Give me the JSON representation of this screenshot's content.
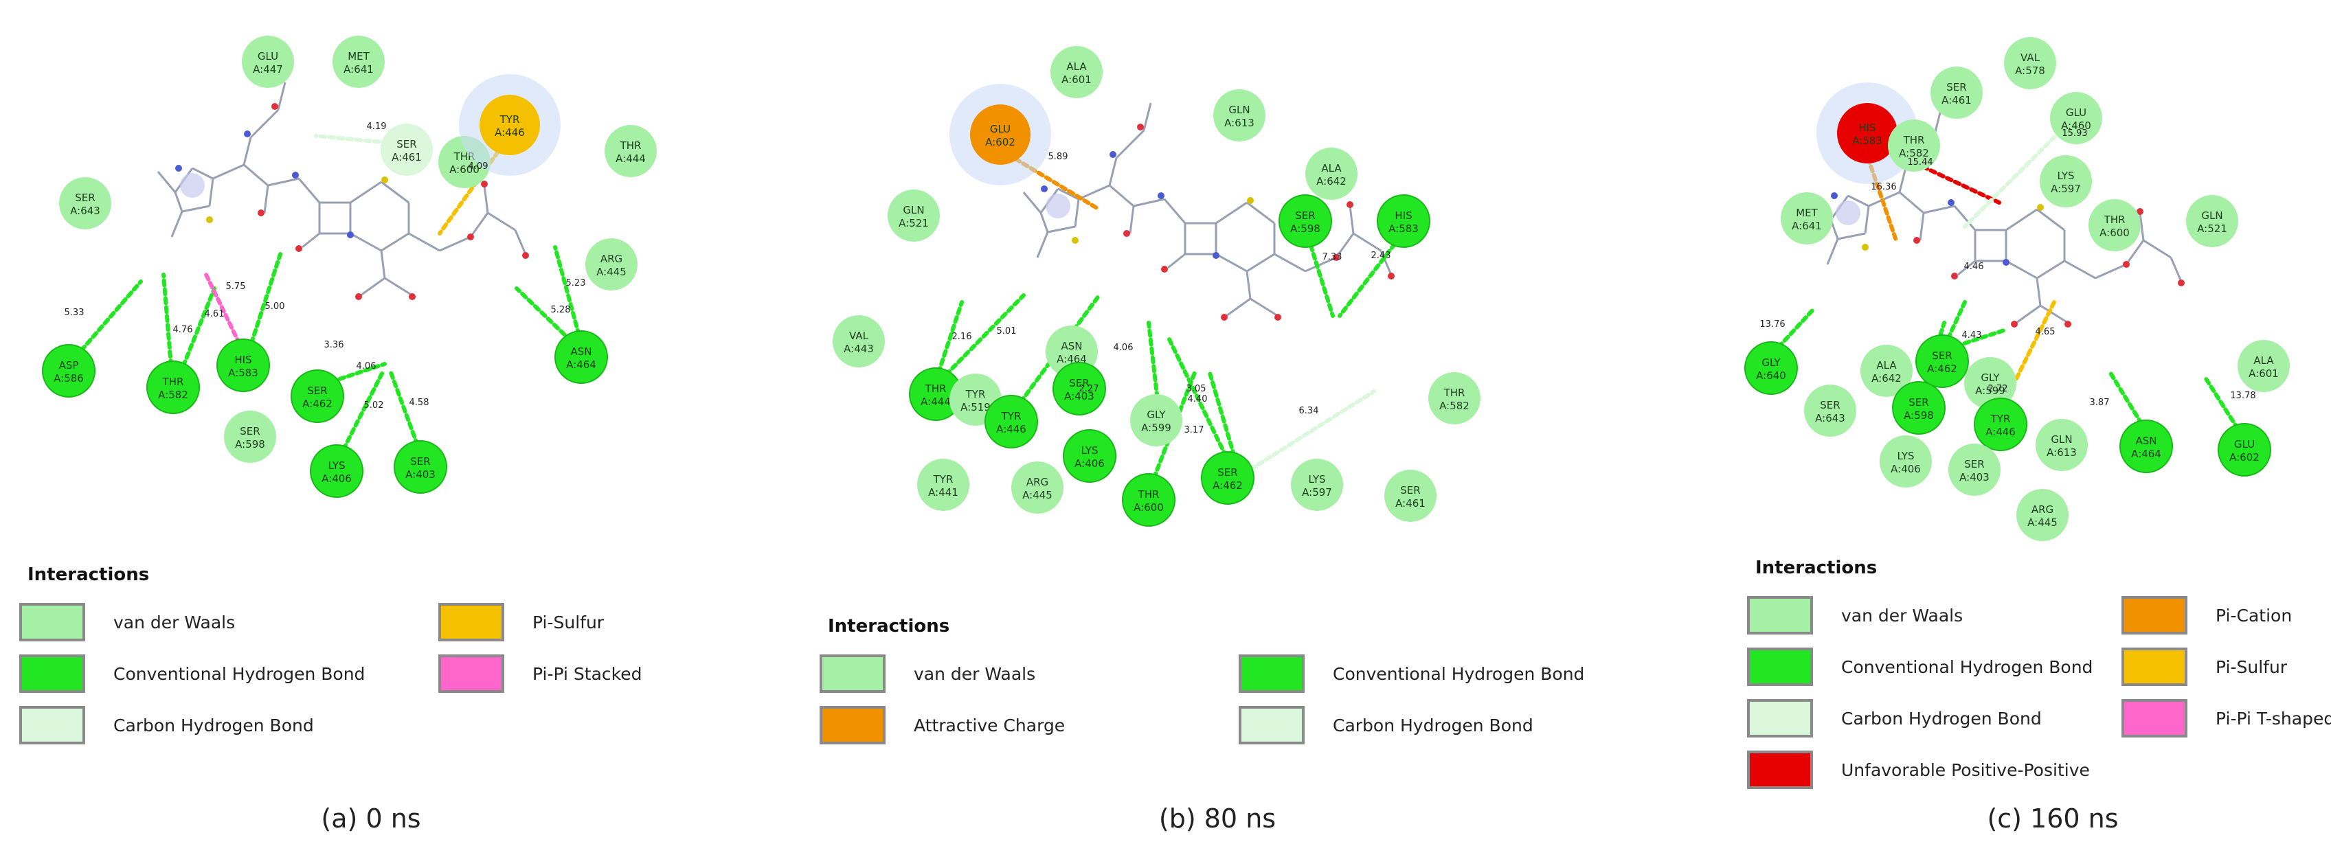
{
  "colors": {
    "vdw": "#a6f0a6",
    "conventional_hbond": "#22e622",
    "carbon_hbond": "#dcf8dc",
    "pi_sulfur": "#f5c000",
    "pi_pi_stacked": "#ff66cc",
    "pi_pi_tshaped": "#ff66cc",
    "attractive_charge": "#f29100",
    "pi_cation": "#f29100",
    "unfavorable_pp": "#e60000",
    "bond": "#9aa0b4",
    "oxygen": "#e0303a",
    "nitrogen": "#4a5bd4",
    "sulfur": "#d9c200"
  },
  "panels": [
    {
      "caption": "(a) 0 ns",
      "legend_title": "Interactions",
      "legend": [
        {
          "label": "van der Waals",
          "color": "#a6f0a6"
        },
        {
          "label": "Conventional Hydrogen Bond",
          "color": "#22e622"
        },
        {
          "label": "Carbon Hydrogen Bond",
          "color": "#dcf8dc"
        },
        {
          "label": "Pi-Sulfur",
          "color": "#f5c000"
        },
        {
          "label": "Pi-Pi Stacked",
          "color": "#ff66cc"
        }
      ],
      "residues": [
        {
          "name": "GLU",
          "chain": "A:447",
          "type": "vdw"
        },
        {
          "name": "MET",
          "chain": "A:641",
          "type": "vdw"
        },
        {
          "name": "SER",
          "chain": "A:461",
          "type": "carbon_hbond"
        },
        {
          "name": "THR",
          "chain": "A:600",
          "type": "vdw"
        },
        {
          "name": "TYR",
          "chain": "A:446",
          "type": "pi_sulfur"
        },
        {
          "name": "THR",
          "chain": "A:444",
          "type": "vdw"
        },
        {
          "name": "SER",
          "chain": "A:643",
          "type": "vdw"
        },
        {
          "name": "ARG",
          "chain": "A:445",
          "type": "vdw"
        },
        {
          "name": "ASP",
          "chain": "A:586",
          "type": "conventional_hbond"
        },
        {
          "name": "THR",
          "chain": "A:582",
          "type": "conventional_hbond"
        },
        {
          "name": "HIS",
          "chain": "A:583",
          "type": "conventional_hbond"
        },
        {
          "name": "SER",
          "chain": "A:462",
          "type": "conventional_hbond"
        },
        {
          "name": "ASN",
          "chain": "A:464",
          "type": "conventional_hbond"
        },
        {
          "name": "SER",
          "chain": "A:598",
          "type": "vdw"
        },
        {
          "name": "LYS",
          "chain": "A:406",
          "type": "conventional_hbond"
        },
        {
          "name": "SER",
          "chain": "A:403",
          "type": "conventional_hbond"
        }
      ],
      "distances": [
        "4.19",
        "4.09",
        "5.75",
        "4.76",
        "4.61",
        "5.00",
        "5.33",
        "3.36",
        "4.06",
        "5.02",
        "4.58",
        "5.23",
        "5.28"
      ]
    },
    {
      "caption": "(b) 80 ns",
      "legend_title": "Interactions",
      "legend": [
        {
          "label": "van der Waals",
          "color": "#a6f0a6"
        },
        {
          "label": "Attractive Charge",
          "color": "#f29100"
        },
        {
          "label": "Conventional Hydrogen Bond",
          "color": "#22e622"
        },
        {
          "label": "Carbon Hydrogen Bond",
          "color": "#dcf8dc"
        }
      ],
      "residues": [
        {
          "name": "ALA",
          "chain": "A:601",
          "type": "vdw"
        },
        {
          "name": "GLU",
          "chain": "A:602",
          "type": "attractive_charge"
        },
        {
          "name": "GLN",
          "chain": "A:613",
          "type": "vdw"
        },
        {
          "name": "ALA",
          "chain": "A:642",
          "type": "vdw"
        },
        {
          "name": "GLN",
          "chain": "A:521",
          "type": "vdw"
        },
        {
          "name": "SER",
          "chain": "A:598",
          "type": "conventional_hbond"
        },
        {
          "name": "HIS",
          "chain": "A:583",
          "type": "conventional_hbond"
        },
        {
          "name": "VAL",
          "chain": "A:443",
          "type": "vdw"
        },
        {
          "name": "ASN",
          "chain": "A:464",
          "type": "vdw"
        },
        {
          "name": "THR",
          "chain": "A:444",
          "type": "conventional_hbond"
        },
        {
          "name": "TYR",
          "chain": "A:519",
          "type": "vdw"
        },
        {
          "name": "TYR",
          "chain": "A:446",
          "type": "conventional_hbond"
        },
        {
          "name": "SER",
          "chain": "A:403",
          "type": "conventional_hbond"
        },
        {
          "name": "GLY",
          "chain": "A:599",
          "type": "vdw"
        },
        {
          "name": "THR",
          "chain": "A:582",
          "type": "vdw"
        },
        {
          "name": "LYS",
          "chain": "A:406",
          "type": "conventional_hbond"
        },
        {
          "name": "TYR",
          "chain": "A:441",
          "type": "vdw"
        },
        {
          "name": "ARG",
          "chain": "A:445",
          "type": "vdw"
        },
        {
          "name": "THR",
          "chain": "A:600",
          "type": "conventional_hbond"
        },
        {
          "name": "SER",
          "chain": "A:462",
          "type": "conventional_hbond"
        },
        {
          "name": "LYS",
          "chain": "A:597",
          "type": "vdw"
        },
        {
          "name": "SER",
          "chain": "A:461",
          "type": "vdw"
        }
      ],
      "distances": [
        "5.89",
        "7.33",
        "2.43",
        "2.16",
        "5.01",
        "4.06",
        "2.27",
        "3.05",
        "4.40",
        "3.17",
        "6.34"
      ]
    },
    {
      "caption": "(c) 160 ns",
      "legend_title": "Interactions",
      "legend": [
        {
          "label": "van der Waals",
          "color": "#a6f0a6"
        },
        {
          "label": "Conventional Hydrogen Bond",
          "color": "#22e622"
        },
        {
          "label": "Carbon Hydrogen Bond",
          "color": "#dcf8dc"
        },
        {
          "label": "Unfavorable Positive-Positive",
          "color": "#e60000"
        },
        {
          "label": "Pi-Cation",
          "color": "#f29100"
        },
        {
          "label": "Pi-Sulfur",
          "color": "#f5c000"
        },
        {
          "label": "Pi-Pi T-shaped",
          "color": "#ff66cc"
        }
      ],
      "residues": [
        {
          "name": "VAL",
          "chain": "A:578",
          "type": "vdw"
        },
        {
          "name": "SER",
          "chain": "A:461",
          "type": "vdw"
        },
        {
          "name": "HIS",
          "chain": "A:583",
          "type": "unfavorable_pp"
        },
        {
          "name": "GLU",
          "chain": "A:460",
          "type": "vdw"
        },
        {
          "name": "THR",
          "chain": "A:582",
          "type": "vdw"
        },
        {
          "name": "LYS",
          "chain": "A:597",
          "type": "vdw"
        },
        {
          "name": "MET",
          "chain": "A:641",
          "type": "vdw"
        },
        {
          "name": "THR",
          "chain": "A:600",
          "type": "vdw"
        },
        {
          "name": "GLN",
          "chain": "A:521",
          "type": "vdw"
        },
        {
          "name": "GLY",
          "chain": "A:640",
          "type": "conventional_hbond"
        },
        {
          "name": "ALA",
          "chain": "A:642",
          "type": "vdw"
        },
        {
          "name": "SER",
          "chain": "A:462",
          "type": "conventional_hbond"
        },
        {
          "name": "GLY",
          "chain": "A:599",
          "type": "vdw"
        },
        {
          "name": "ALA",
          "chain": "A:601",
          "type": "vdw"
        },
        {
          "name": "SER",
          "chain": "A:643",
          "type": "vdw"
        },
        {
          "name": "SER",
          "chain": "A:598",
          "type": "conventional_hbond"
        },
        {
          "name": "TYR",
          "chain": "A:446",
          "type": "conventional_hbond"
        },
        {
          "name": "GLN",
          "chain": "A:613",
          "type": "vdw"
        },
        {
          "name": "ASN",
          "chain": "A:464",
          "type": "conventional_hbond"
        },
        {
          "name": "GLU",
          "chain": "A:602",
          "type": "conventional_hbond"
        },
        {
          "name": "LYS",
          "chain": "A:406",
          "type": "vdw"
        },
        {
          "name": "SER",
          "chain": "A:403",
          "type": "vdw"
        },
        {
          "name": "ARG",
          "chain": "A:445",
          "type": "vdw"
        }
      ],
      "distances": [
        "15.93",
        "16.36",
        "15.44",
        "4.46",
        "13.76",
        "4.43",
        "4.65",
        "2.72",
        "3.87",
        "13.78"
      ]
    }
  ]
}
